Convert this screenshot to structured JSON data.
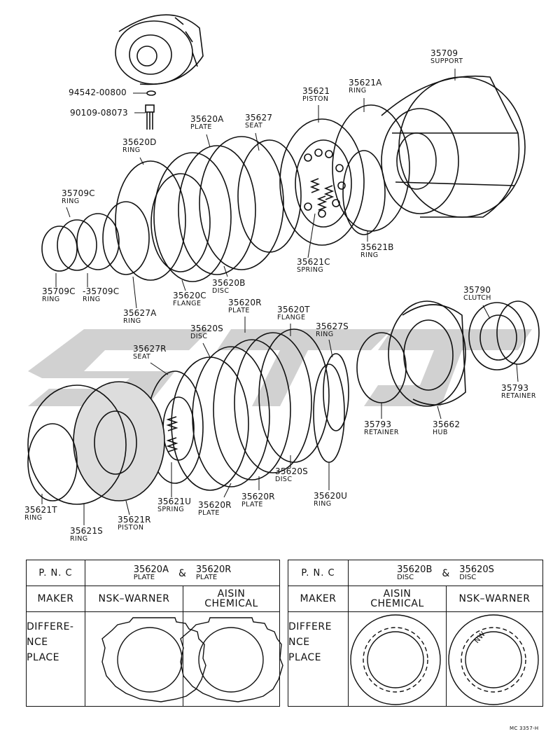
{
  "callouts": [
    {
      "id": "94542-00800",
      "pn": "94542-00800",
      "name": ""
    },
    {
      "id": "90109-08073",
      "pn": "90109-08073",
      "name": ""
    },
    {
      "id": "35709",
      "pn": "35709",
      "name": "SUPPORT"
    },
    {
      "id": "35621A",
      "pn": "35621A",
      "name": "RING"
    },
    {
      "id": "35621",
      "pn": "35621",
      "name": "PISTON"
    },
    {
      "id": "35627",
      "pn": "35627",
      "name": "SEAT"
    },
    {
      "id": "35620A",
      "pn": "35620A",
      "name": "PLATE"
    },
    {
      "id": "35620D",
      "pn": "35620D",
      "name": "RING"
    },
    {
      "id": "35709C-top",
      "pn": "35709C",
      "name": "RING"
    },
    {
      "id": "35621B",
      "pn": "35621B",
      "name": "RING"
    },
    {
      "id": "35621C",
      "pn": "35621C",
      "name": "SPRING"
    },
    {
      "id": "35620B",
      "pn": "35620B",
      "name": "DISC"
    },
    {
      "id": "35620C",
      "pn": "35620C",
      "name": "FLANGE"
    },
    {
      "id": "35709C-left",
      "pn": "35709C",
      "name": "RING"
    },
    {
      "id": "35709C-mid",
      "pn": "-35709C",
      "name": "RING"
    },
    {
      "id": "35627A",
      "pn": "35627A",
      "name": "RING"
    },
    {
      "id": "35790",
      "pn": "35790",
      "name": "CLUTCH"
    },
    {
      "id": "35620R-top",
      "pn": "35620R",
      "name": "PLATE"
    },
    {
      "id": "35620T",
      "pn": "35620T",
      "name": "FLANGE"
    },
    {
      "id": "35620S-top",
      "pn": "35620S",
      "name": "DISC"
    },
    {
      "id": "35627S",
      "pn": "35627S",
      "name": "RING"
    },
    {
      "id": "35627R",
      "pn": "35627R",
      "name": "SEAT"
    },
    {
      "id": "35793-right",
      "pn": "35793",
      "name": "RETAINER"
    },
    {
      "id": "35793-mid",
      "pn": "35793",
      "name": "RETAINER"
    },
    {
      "id": "35662",
      "pn": "35662",
      "name": "HUB"
    },
    {
      "id": "35620S-bot",
      "pn": "35620S",
      "name": "DISC"
    },
    {
      "id": "35620R-mid",
      "pn": "35620R",
      "name": "PLATE"
    },
    {
      "id": "35620R-bot",
      "pn": "35620R",
      "name": "PLATE"
    },
    {
      "id": "35620U",
      "pn": "35620U",
      "name": "RING"
    },
    {
      "id": "35621U",
      "pn": "35621U",
      "name": "SPRING"
    },
    {
      "id": "35621T",
      "pn": "35621T",
      "name": "RING"
    },
    {
      "id": "35621S",
      "pn": "35621S",
      "name": "RING"
    },
    {
      "id": "35621R",
      "pn": "35621R",
      "name": "PISTON"
    }
  ],
  "tables": {
    "left": {
      "pnc_label": "P. N. C",
      "part_a": {
        "pn": "35620A",
        "name": "PLATE"
      },
      "amp": "&",
      "part_b": {
        "pn": "35620R",
        "name": "PLATE"
      },
      "maker_label": "MAKER",
      "maker_1": "NSK–WARNER",
      "maker_2_line1": "AISIN",
      "maker_2_line2": "CHEMICAL",
      "diff_line1": "DIFFERE-",
      "diff_line2": "NCE",
      "diff_line3": "PLACE"
    },
    "right": {
      "pnc_label": "P. N. C",
      "part_a": {
        "pn": "35620B",
        "name": "DISC"
      },
      "amp": "&",
      "part_b": {
        "pn": "35620S",
        "name": "DISC"
      },
      "maker_label": "MAKER",
      "maker_1_line1": "AISIN",
      "maker_1_line2": "CHEMICAL",
      "maker_2": "NSK–WARNER",
      "diff_line1": "DIFFERE",
      "diff_line2": "NCE",
      "diff_line3": "PLACE",
      "nw_mark": "NW"
    }
  },
  "footer_code": "MC 3357-H"
}
